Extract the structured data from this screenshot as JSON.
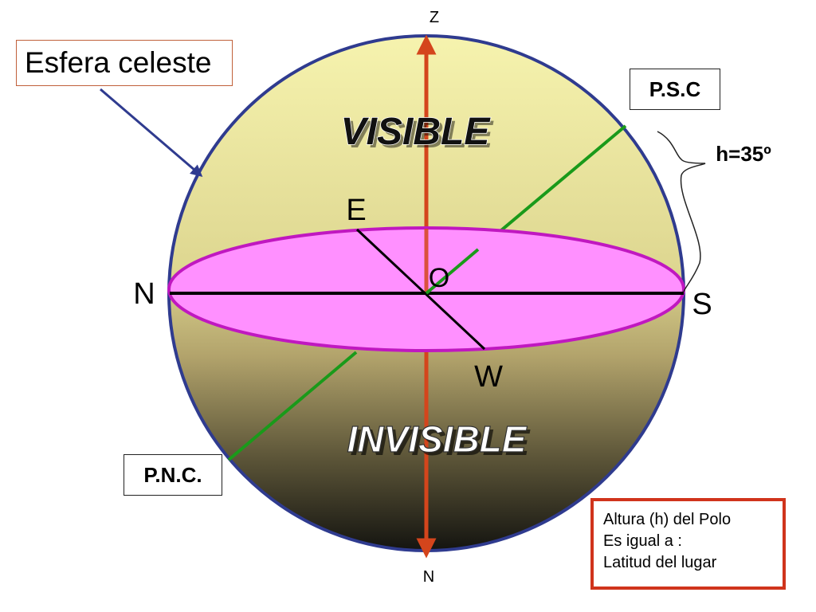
{
  "title": "Esfera celeste",
  "labels": {
    "zenith": "Z",
    "nadir": "N",
    "north": "N",
    "south": "S",
    "east": "E",
    "west": "W",
    "observer": "O",
    "visible": "VISIBLE",
    "invisible": "INVISIBLE",
    "altitude": "h=35º"
  },
  "poles": {
    "south_celestial_pole": "P.S.C",
    "north_celestial_pole": "P.N.C."
  },
  "note": {
    "line1": "Altura (h) del Polo",
    "line2": "Es igual a :",
    "line3": "Latitud del lugar"
  },
  "colors": {
    "sphere_top": "#f4f0a6",
    "sphere_bottom": "#171711",
    "sphere_outline": "#2f3b8f",
    "horizon_fill": "#ff90ff",
    "horizon_outline": "#c018c0",
    "zenith_axis": "#d4451c",
    "polar_axis": "#1a9a1a",
    "title_pointer": "#2f3b8f"
  }
}
